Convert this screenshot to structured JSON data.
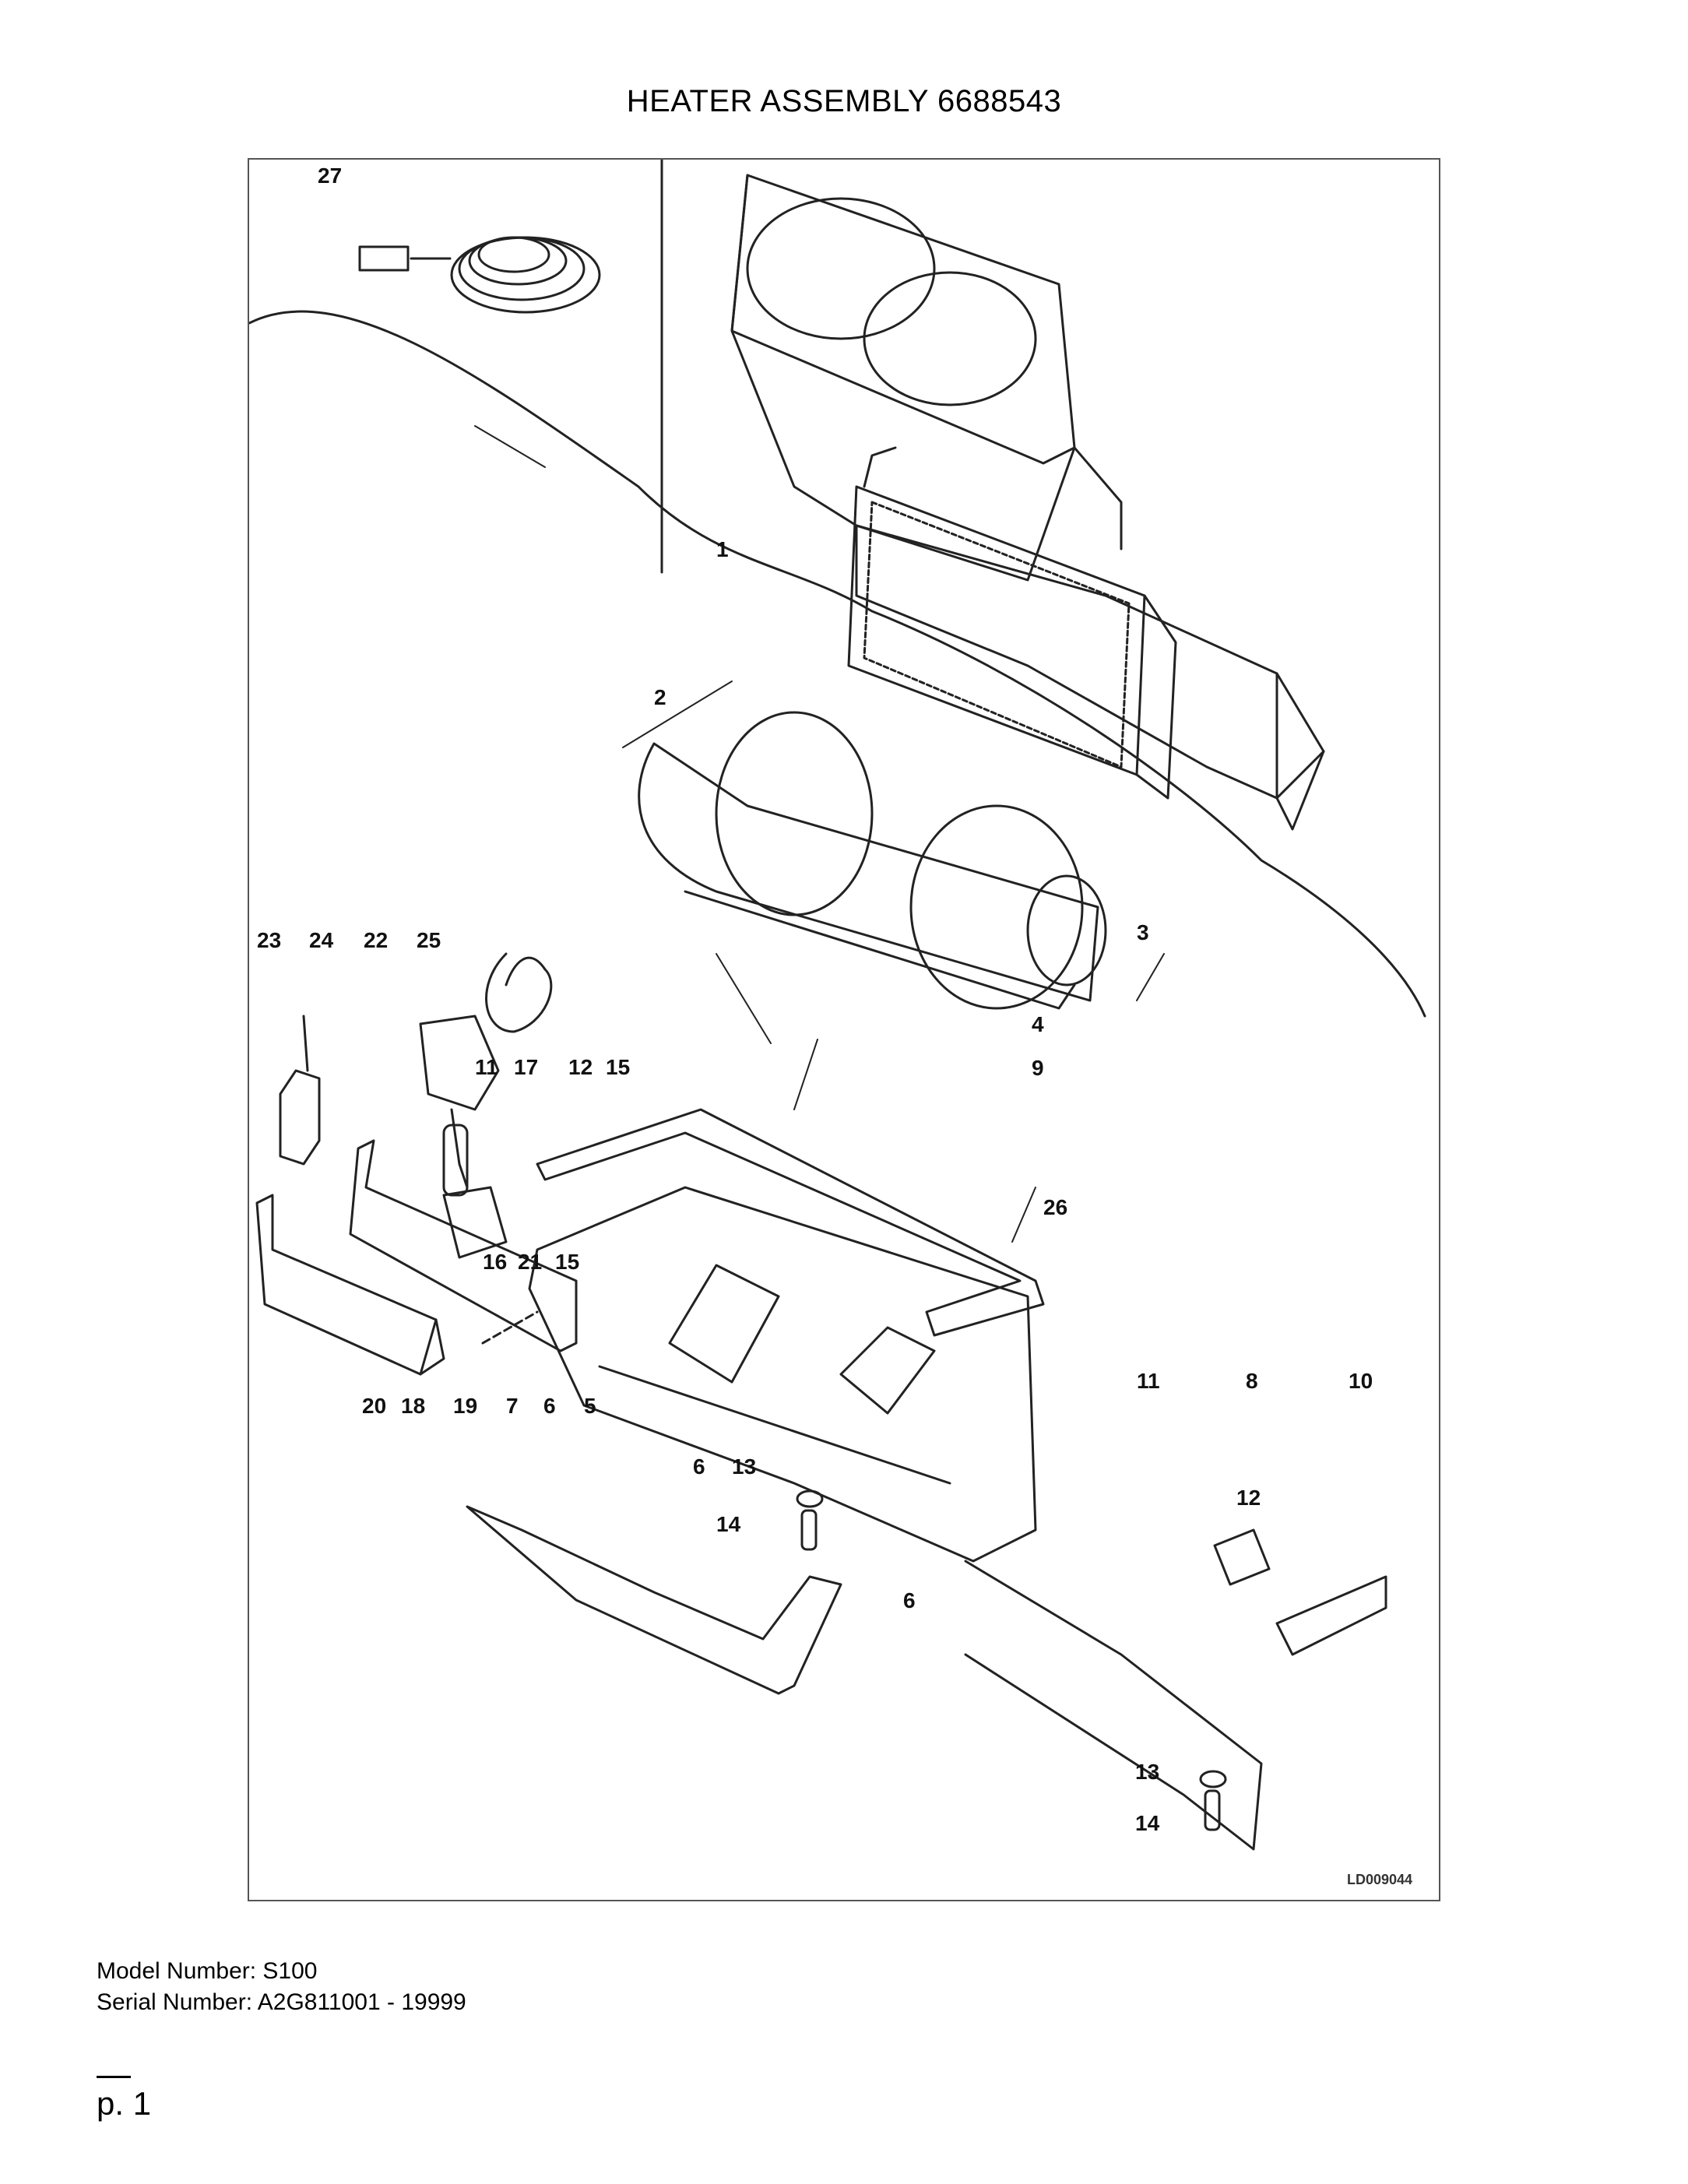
{
  "title": "HEATER ASSEMBLY 6688543",
  "diagram": {
    "drawing_code": "LD009044",
    "callouts": [
      "1",
      "2",
      "3",
      "4",
      "5",
      "6",
      "6",
      "6",
      "7",
      "8",
      "9",
      "10",
      "11",
      "11",
      "12",
      "12",
      "13",
      "13",
      "14",
      "14",
      "15",
      "15",
      "16",
      "17",
      "18",
      "19",
      "20",
      "21",
      "22",
      "23",
      "24",
      "25",
      "26",
      "27"
    ]
  },
  "footer": {
    "model_label": "Model Number: S100",
    "serial_label": "Serial Number: A2G811001 - 19999",
    "page": "p. 1"
  }
}
